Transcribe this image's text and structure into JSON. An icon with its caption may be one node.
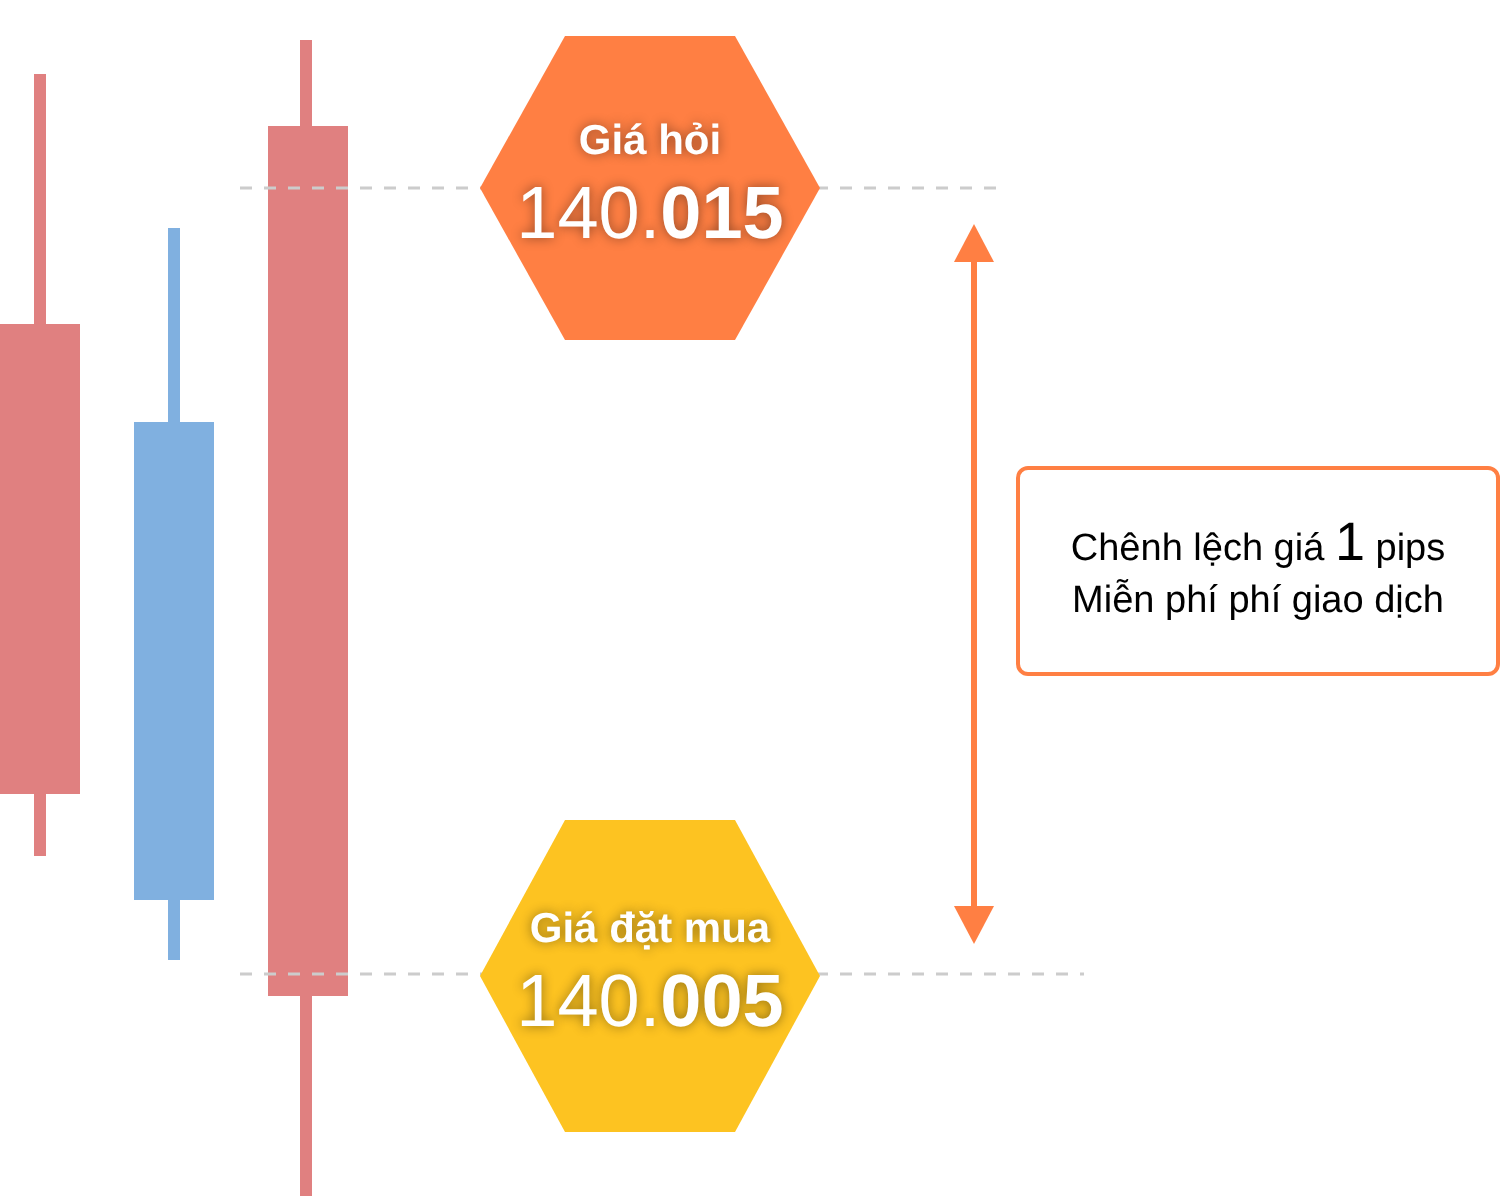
{
  "diagram": {
    "nodes": [
      {
        "text": [
          "Giá hỏi",
          "140.**015**"
        ]
      },
      {
        "text": [
          "Giá đặt mua",
          "140.**005**"
        ]
      },
      {
        "text": [
          "Chênh lệch giá **1** pips Miễn phí phí giao dịch"
        ]
      }
    ]
  }
}
